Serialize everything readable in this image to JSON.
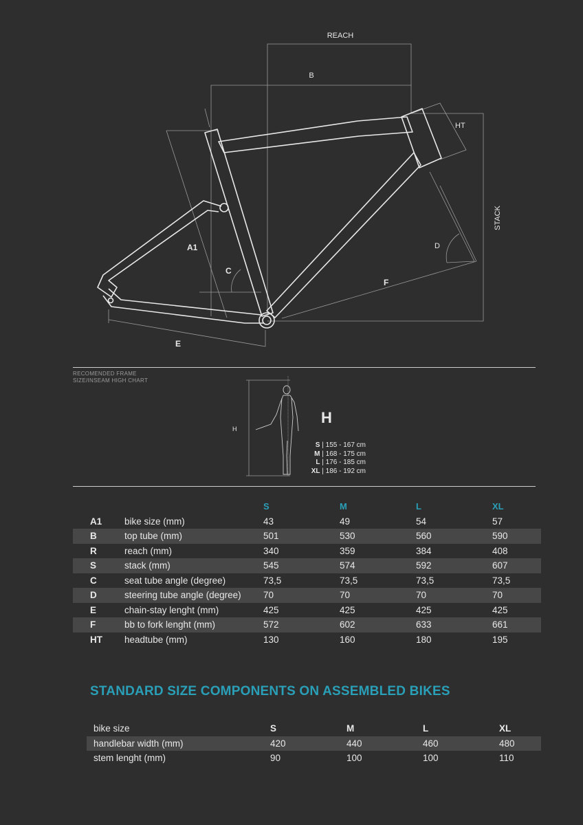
{
  "diagram": {
    "labels": {
      "reach": "REACH",
      "b": "B",
      "ht": "HT",
      "stack": "STACK",
      "a1": "A1",
      "c": "C",
      "d": "D",
      "f": "F",
      "e": "E"
    }
  },
  "inseam": {
    "caption_line1": "RECOMENDED FRAME",
    "caption_line2": "SIZE/INSEAM HIGH CHART",
    "h_axis_label": "H",
    "big_h": "H",
    "sizes": [
      {
        "size": "S",
        "range": "| 155 - 167 cm"
      },
      {
        "size": "M",
        "range": "| 168 - 175 cm"
      },
      {
        "size": "L",
        "range": "| 176 - 185 cm"
      },
      {
        "size": "XL",
        "range": "| 186 - 192 cm"
      }
    ]
  },
  "geometry": {
    "headers": [
      "S",
      "M",
      "L",
      "XL"
    ],
    "rows": [
      {
        "code": "A1",
        "label": "bike size (mm)",
        "values": [
          "43",
          "49",
          "54",
          "57"
        ]
      },
      {
        "code": "B",
        "label": "top tube (mm)",
        "values": [
          "501",
          "530",
          "560",
          "590"
        ]
      },
      {
        "code": "R",
        "label": "reach (mm)",
        "values": [
          "340",
          "359",
          "384",
          "408"
        ]
      },
      {
        "code": "S",
        "label": "stack (mm)",
        "values": [
          "545",
          "574",
          "592",
          "607"
        ]
      },
      {
        "code": "C",
        "label": "seat tube angle (degree)",
        "values": [
          "73,5",
          "73,5",
          "73,5",
          "73,5"
        ]
      },
      {
        "code": "D",
        "label": "steering tube angle (degree)",
        "values": [
          "70",
          "70",
          "70",
          "70"
        ]
      },
      {
        "code": "E",
        "label": "chain-stay lenght (mm)",
        "values": [
          "425",
          "425",
          "425",
          "425"
        ]
      },
      {
        "code": "F",
        "label": "bb to fork lenght (mm)",
        "values": [
          "572",
          "602",
          "633",
          "661"
        ]
      },
      {
        "code": "HT",
        "label": "headtube (mm)",
        "values": [
          "130",
          "160",
          "180",
          "195"
        ]
      }
    ]
  },
  "components": {
    "title": "STANDARD SIZE COMPONENTS ON ASSEMBLED BIKES",
    "header_label": "bike size",
    "headers": [
      "S",
      "M",
      "L",
      "XL"
    ],
    "rows": [
      {
        "label": "handlebar width (mm)",
        "values": [
          "420",
          "440",
          "460",
          "480"
        ]
      },
      {
        "label": "stem lenght (mm)",
        "values": [
          "90",
          "100",
          "100",
          "110"
        ]
      }
    ]
  }
}
